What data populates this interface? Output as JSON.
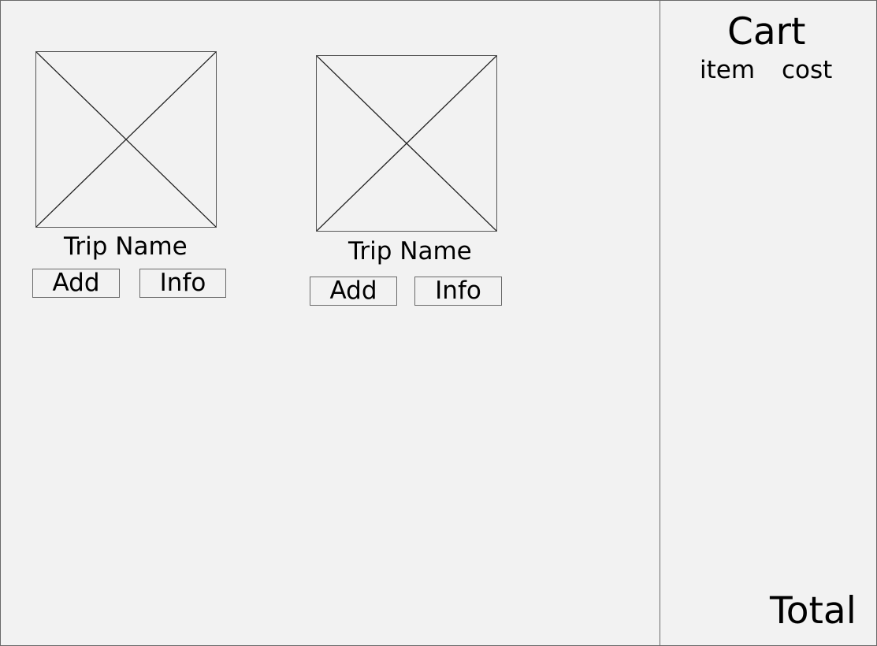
{
  "trips": [
    {
      "name": "Trip Name",
      "add_label": "Add",
      "info_label": "Info",
      "image": "image-placeholder-icon"
    },
    {
      "name": "Trip Name",
      "add_label": "Add",
      "info_label": "Info",
      "image": "image-placeholder-icon"
    }
  ],
  "cart": {
    "title": "Cart",
    "columns": [
      "item",
      "cost"
    ],
    "total_label": "Total"
  }
}
